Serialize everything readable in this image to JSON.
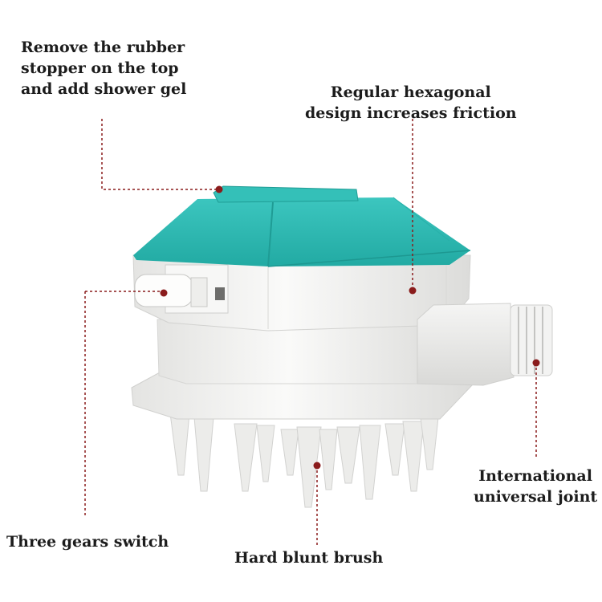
{
  "colors": {
    "background": "#ffffff",
    "teal_lid": "#2fbcb4",
    "body_white": "#f2f2f0",
    "leader_line": "#8a1c1c",
    "label_text": "#1c1c1c"
  },
  "product": {
    "description_icon": "scalp-massager-shower-head-icon"
  },
  "callouts": {
    "top_left": {
      "lines": [
        "Remove the rubber",
        "stopper on the top",
        "and add shower gel"
      ]
    },
    "top_right": {
      "lines": [
        "Regular hexagonal",
        "design increases friction"
      ]
    },
    "right": {
      "lines": [
        "International",
        "universal joint"
      ]
    },
    "bottom_left": {
      "lines": [
        "Three gears switch"
      ]
    },
    "bottom_center": {
      "lines": [
        "Hard blunt brush"
      ]
    }
  }
}
